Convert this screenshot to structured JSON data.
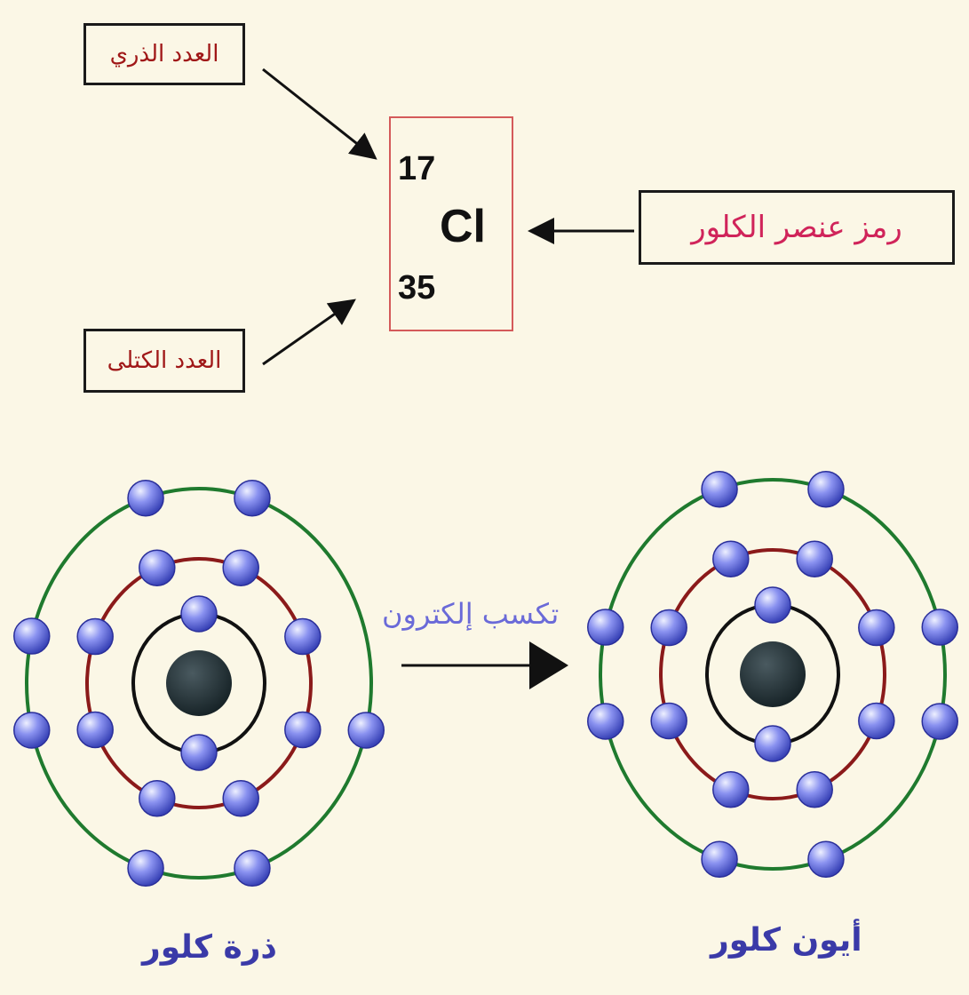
{
  "labels": {
    "atomic_number": "العدد الذري",
    "mass_number": "العدد الكتلى",
    "element_symbol": "رمز عنصر الكلور"
  },
  "element": {
    "atomic_number": "17",
    "symbol": "Cl",
    "mass_number": "35"
  },
  "transition": {
    "caption": "تكسب إلكترون"
  },
  "atom": {
    "caption": "ذرة كلور",
    "shell_electrons": [
      2,
      8,
      7
    ]
  },
  "ion": {
    "caption": "أيون كلور",
    "shell_electrons": [
      2,
      8,
      8
    ]
  },
  "colors": {
    "background": "#fbf7e6",
    "label_text": "#a01818",
    "symbol_label_text": "#d0245a",
    "element_box_border": "#d45a5a",
    "caption_text": "#3a3aa8",
    "gain_text": "#6a6ad8",
    "shell_inner": "#111111",
    "shell_middle": "#8b1a1a",
    "shell_outer": "#1f7a2e",
    "electron": "#6f78e8",
    "nucleus": "#2c3a3e"
  }
}
